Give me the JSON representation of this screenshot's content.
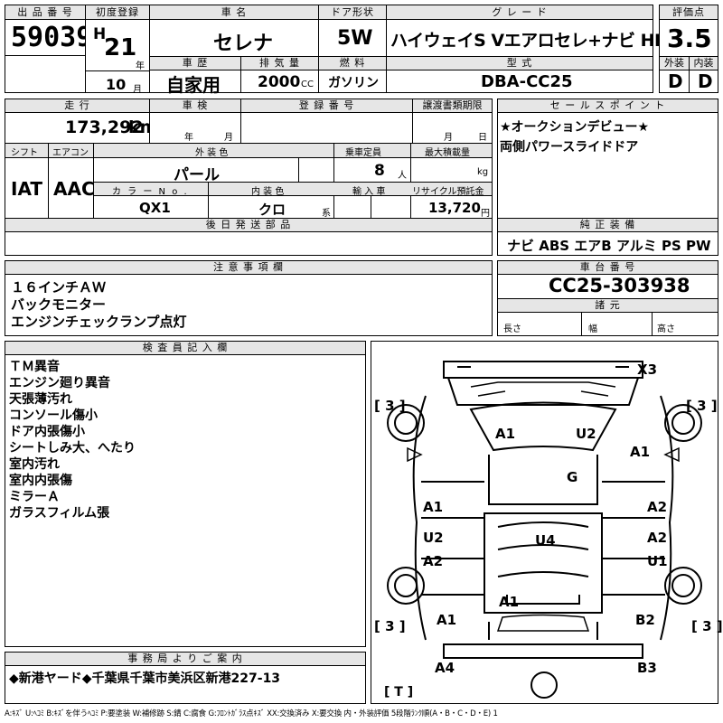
{
  "header": {
    "lot_label": "出 品 番 号",
    "lot_no": "59039",
    "reg_label": "初度登録",
    "era": "H",
    "year": "21",
    "year_unit": "年",
    "month": "10",
    "month_unit": "月",
    "name_label": "車 名",
    "car_name": "セレナ",
    "door_label": "ドア形状",
    "door": "5W",
    "grade_label": "グ レ ー ド",
    "grade": "ハイウェイS Vエアロセレ+ナビ HDD",
    "score_label": "評価点",
    "score": "3.5",
    "ext_label": "外装",
    "ext": "D",
    "int_label": "内装",
    "int": "D",
    "history_label": "車 歴",
    "history": "自家用",
    "disp_label": "排 気 量",
    "disp": "2000",
    "disp_unit": "CC",
    "fuel_label": "燃 料",
    "fuel": "ガソリン",
    "model_label": "型 式",
    "model": "DBA-CC25"
  },
  "row2": {
    "mileage_label": "走 行",
    "mileage": "173,292",
    "mileage_unit": "km",
    "inspect_label": "車 検",
    "inspect_y": "年",
    "inspect_m": "月",
    "regno_label": "登 録 番 号",
    "transfer_label": "譲渡書類期限",
    "transfer_m": "月",
    "transfer_d": "日",
    "sales_label": "セ ー ル ス ポ イ ン ト",
    "sales_points": [
      "★オークションデビュー★",
      "両側パワースライドドア"
    ],
    "shift_label": "シフト",
    "shift": "IAT",
    "ac_label": "エアコン",
    "ac": "AAC",
    "color_label": "外 装 色",
    "color": "パール",
    "cap_label": "乗車定員",
    "cap": "8",
    "cap_unit": "人",
    "load_label": "最大積載量",
    "load_unit": "kg",
    "colorno_label": "カ ラ ー N o .",
    "colorno": "QX1",
    "intcolor_label": "内 装 色",
    "intcolor": "クロ",
    "intcolor_unit": "系",
    "import_label": "輸 入 車",
    "recycle_label": "リサイクル預託金",
    "recycle": "13,720",
    "recycle_unit": "円",
    "later_label": "後 日 発 送 部 品",
    "equip_label": "純 正 装 備",
    "equip": "ナビ ABS エアB アルミ PS PW"
  },
  "notes": {
    "label": "注 意 事 項 欄",
    "lines": [
      "１６インチＡＷ",
      "バックモニター",
      "エンジンチェックランプ点灯"
    ],
    "chassis_label": "車 台 番 号",
    "chassis": "CC25-303938",
    "dims_label": "諸 元",
    "len": "長さ",
    "wid": "幅",
    "hei": "高さ"
  },
  "inspector": {
    "label": "検 査 員 記 入 欄",
    "lines": [
      "ＴＭ異音",
      "エンジン廻り異音",
      "天張薄汚れ",
      "コンソール傷小",
      "ドア内張傷小",
      "シートしみ大、へたり",
      "室内汚れ",
      "室内内張傷",
      "ミラーＡ",
      "ガラスフィルム張"
    ]
  },
  "office": {
    "label": "事 務 局 よ り ご 案 内",
    "text": "◆新港ヤード◆千葉県千葉市美浜区新港227-13"
  },
  "diagram": {
    "marks": [
      "X3",
      "[ 3 ]",
      "[ 3 ]",
      "A1",
      "U2",
      "A1",
      "G",
      "A1",
      "A2",
      "U2",
      "U4",
      "A2",
      "A2",
      "U1",
      "A1",
      "[ 3 ]",
      "A1",
      "B2",
      "[ 3 ]",
      "A4",
      "B3",
      "[ T ]"
    ]
  },
  "legend": "A:ｷｽﾞ U:ﾍｺﾐ B:ｷｽﾞを伴うﾍｺﾐ P:要塗装 W:補修跡 S:錆 C:腐食 G:ﾌﾛﾝﾄｶﾞﾗｽ点ｷｽﾞ XX:交換済み X:要交換 内・外装評価 5段階ﾗﾝｸ順(A・B・C・D・E) 1"
}
